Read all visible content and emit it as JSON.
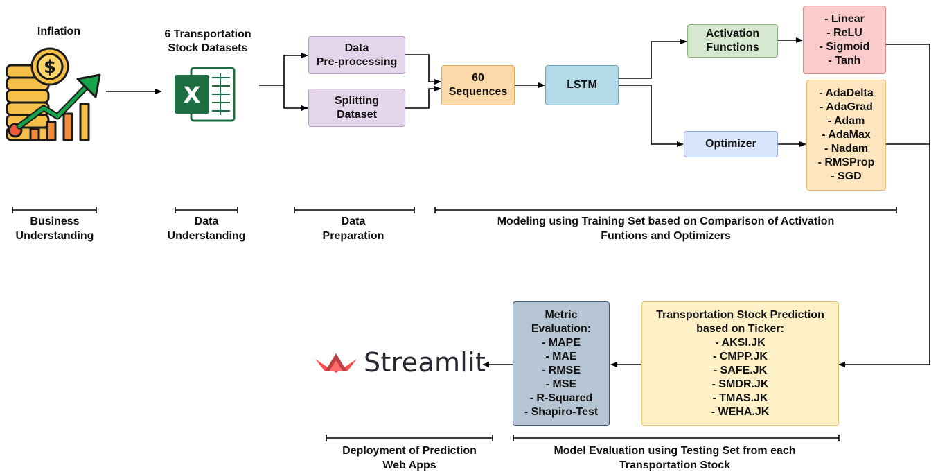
{
  "nodes": {
    "inflation_title": "Inflation",
    "datasets_title": [
      "6 Transportation",
      "Stock Datasets"
    ],
    "preprocessing": [
      "Data",
      "Pre-processing"
    ],
    "splitting": [
      "Splitting",
      "Dataset"
    ],
    "sequences": [
      "60",
      "Sequences"
    ],
    "lstm": "LSTM",
    "activation_functions": [
      "Activation",
      "Functions"
    ],
    "optimizer": "Optimizer",
    "activation_list": [
      "- Linear",
      "- ReLU",
      "- Sigmoid",
      "- Tanh"
    ],
    "optimizer_list": [
      "- AdaDelta",
      "- AdaGrad",
      "- Adam",
      "- AdaMax",
      "- Nadam",
      "- RMSProp",
      "- SGD"
    ],
    "prediction": [
      "Transportation Stock Prediction",
      "based on Ticker:",
      "- AKSI.JK",
      "- CMPP.JK",
      "- SAFE.JK",
      "- SMDR.JK",
      "- TMAS.JK",
      "- WEHA.JK"
    ],
    "metric": [
      "Metric",
      "Evaluation:",
      "- MAPE",
      "- MAE",
      "- RMSE",
      "- MSE",
      "- R-Squared",
      "- Shapiro-Test"
    ],
    "streamlit": "Streamlit"
  },
  "phases": {
    "business": [
      "Business",
      "Understanding"
    ],
    "data_understanding": [
      "Data",
      "Understanding"
    ],
    "data_preparation": [
      "Data",
      "Preparation"
    ],
    "modeling": [
      "Modeling using Training Set based on Comparison of Activation",
      "Funtions and Optimizers"
    ],
    "deployment": [
      "Deployment of Prediction",
      "Web Apps"
    ],
    "evaluation": [
      "Model Evaluation using Testing Set from each",
      "Transportation Stock"
    ]
  },
  "icons": {
    "inflation": "inflation-coins-chart-icon",
    "excel": "excel-icon",
    "streamlit": "streamlit-logo-icon"
  },
  "colors": {
    "purple_box": "#e5d5ea",
    "orange_box": "#fcd9a8",
    "lstm_box": "#b4d9e7",
    "green_box": "#d6e8d0",
    "optimizer_box": "#d9e5fb",
    "pink_box": "#f9cbcb",
    "peach_box": "#fde5bf",
    "yellow_box": "#fdf0c6",
    "slate_box": "#b6c5d3",
    "excel_green": "#1d6f42",
    "streamlit_red": "#ff4b4b"
  }
}
